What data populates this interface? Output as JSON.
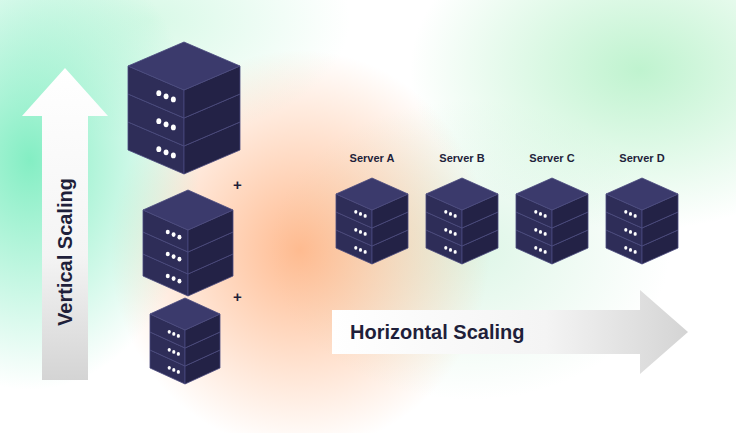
{
  "diagram": {
    "nodes": [
      {
        "text": [
          "Vertical Scaling"
        ]
      },
      {
        "text": [
          "Server A"
        ]
      },
      {
        "text": [
          "Server B"
        ]
      },
      {
        "text": [
          "Server C"
        ]
      },
      {
        "text": [
          "Server D"
        ]
      },
      {
        "text": [
          "Horizontal Scaling"
        ]
      }
    ],
    "labels": [
      "+",
      "+"
    ]
  }
}
